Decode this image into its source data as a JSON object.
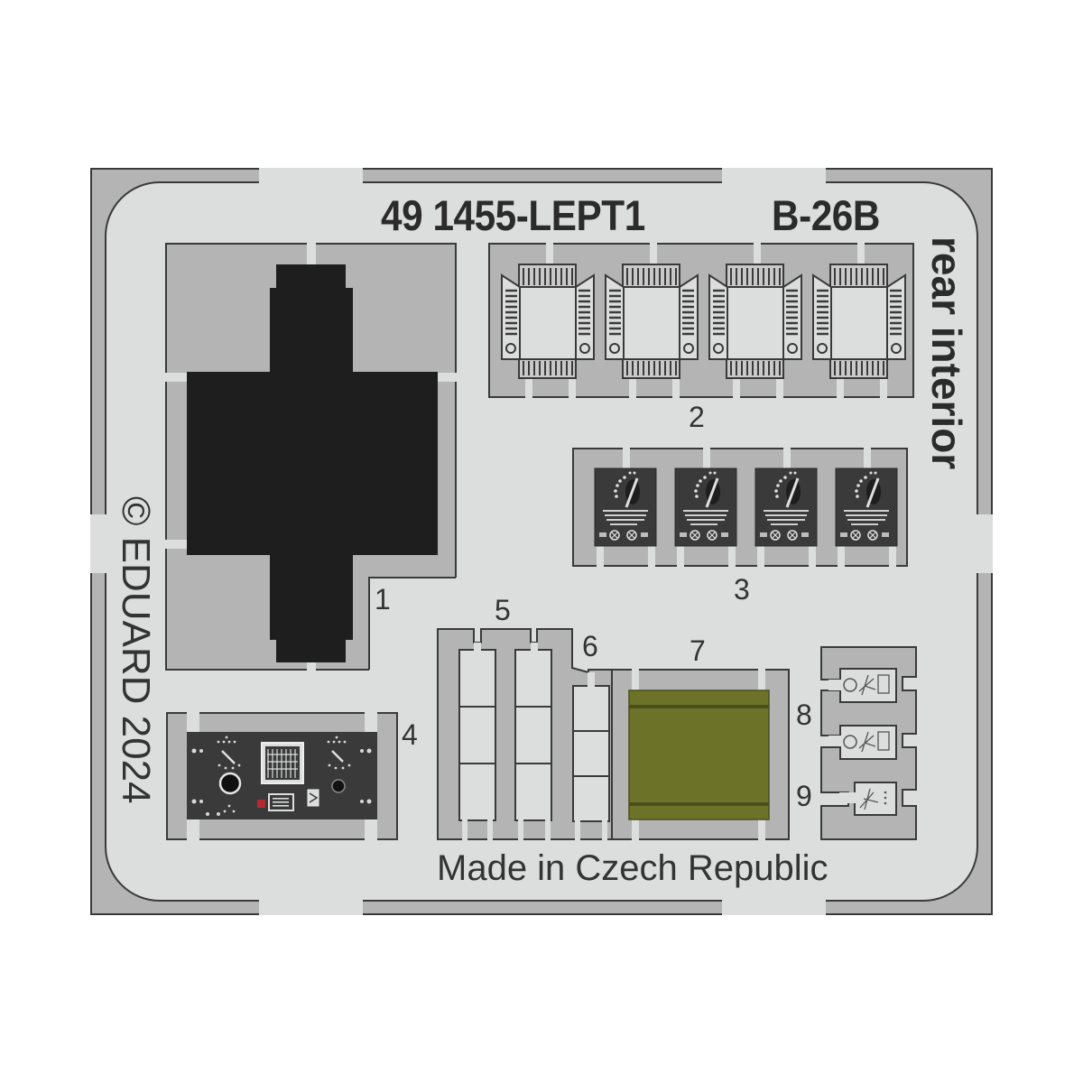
{
  "sheet": {
    "code": "49 1455-LEPT1",
    "model": "B-26B",
    "subtitle": "rear interior",
    "copyright": "© EDUARD 2024",
    "origin": "Made in Czech Republic"
  },
  "parts": [
    {
      "id": "1",
      "label": "1",
      "desc": "black cross-shaped panel"
    },
    {
      "id": "2",
      "label": "2",
      "count": 4,
      "desc": "connector boxes with side clips"
    },
    {
      "id": "3",
      "label": "3",
      "count": 4,
      "desc": "dark control panels with dial"
    },
    {
      "id": "4",
      "label": "4",
      "desc": "radio control panel with dials, display and red indicator"
    },
    {
      "id": "5",
      "label": "5",
      "count": 2,
      "desc": "three-segment plates"
    },
    {
      "id": "6",
      "label": "6",
      "desc": "three-segment plate"
    },
    {
      "id": "7",
      "label": "7",
      "desc": "olive green panel"
    },
    {
      "id": "8",
      "label": "8",
      "count": 2,
      "desc": "small placards"
    },
    {
      "id": "9",
      "label": "9",
      "desc": "small placard"
    }
  ],
  "colors": {
    "fret": "#dcdedd",
    "frame": "#b3b4b3",
    "outline": "#3a3a3a",
    "black_part": "#1e1e1e",
    "dark_panel": "#3a3a3a",
    "olive": "#6c7328",
    "olive_dark": "#4a4f1c",
    "red_indicator": "#b5282e"
  }
}
